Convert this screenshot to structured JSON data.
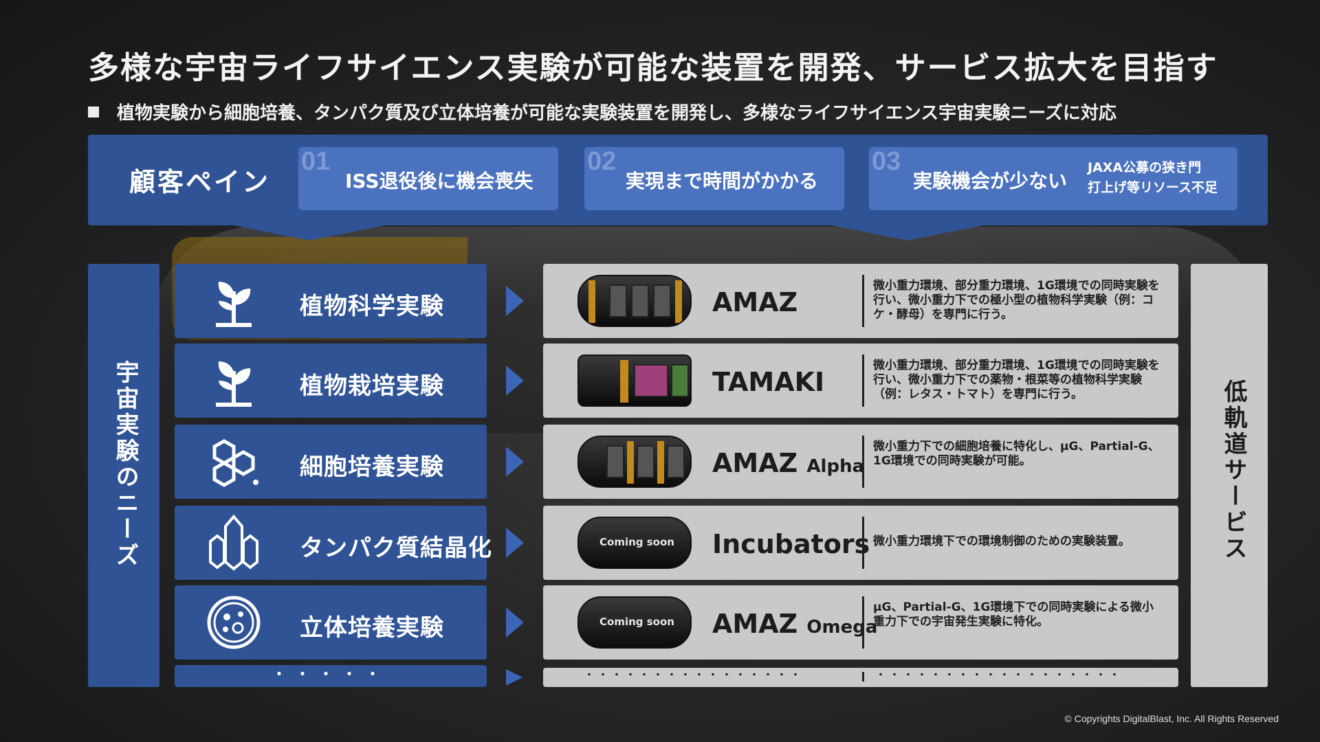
{
  "title": "多様な宇宙ライフサイエンス実験が可能な装置を開発、サービス拡大を目指す",
  "subtitle": "植物実験から細胞培養、タンパク質及び立体培養が可能な実験装置を開発し、多様なライフサイエンス宇宙実験ニーズに対応",
  "pain": {
    "label": "顧客ペイン",
    "items": [
      {
        "num": "01",
        "text": "ISS退役後に機会喪失",
        "note1": "",
        "note2": ""
      },
      {
        "num": "02",
        "text": "実現まで時間がかかる",
        "note1": "",
        "note2": ""
      },
      {
        "num": "03",
        "text": "実験機会が少ない",
        "note1": "JAXA公募の狭き門",
        "note2": "打上げ等リソース不足"
      }
    ]
  },
  "needs": {
    "label": "宇宙実験のニーズ",
    "items": [
      {
        "label": "植物科学実験",
        "icon": "plant-icon"
      },
      {
        "label": "植物栽培実験",
        "icon": "plant-icon"
      },
      {
        "label": "細胞培養実験",
        "icon": "hexagon-cells-icon"
      },
      {
        "label": "タンパク質結晶化",
        "icon": "crystal-icon"
      },
      {
        "label": "立体培養実験",
        "icon": "petri-dish-icon"
      }
    ],
    "more": "・・・・・"
  },
  "products": [
    {
      "name": "AMAZ",
      "sub": "",
      "coming": "",
      "desc": "微小重力環境、部分重力環境、1G環境での同時実験を行い、微小重力下での極小型の植物科学実験（例：コケ・酵母）を専門に行う。"
    },
    {
      "name": "TAMAKI",
      "sub": "",
      "coming": "",
      "desc": "微小重力環境、部分重力環境、1G環境での同時実験を行い、微小重力下での薬物・根菜等の植物科学実験（例：レタス・トマト）を専門に行う。"
    },
    {
      "name": "AMAZ",
      "sub": "Alpha",
      "coming": "",
      "desc": "微小重力下での細胞培養に特化し、μG、Partial-G、1G環境での同時実験が可能。"
    },
    {
      "name": "Incubators",
      "sub": "",
      "coming": "Coming soon",
      "desc": "微小重力環境下での環境制御のための実験装置。"
    },
    {
      "name": "AMAZ",
      "sub": "Omega",
      "coming": "Coming soon",
      "desc": "μG、Partial-G、1G環境下での同時実験による微小重力下での宇宙発生実験に特化。"
    }
  ],
  "products_more_left": "・・・・・・・・・・・・・・・・",
  "products_more_right": "・・・・・・・・・・・・・・・・・・",
  "service_label": "低軌道サービス",
  "copyright": "©  Copyrights DigitalBlast, Inc. All Rights Reserved",
  "colors": {
    "accent": "#2f5395",
    "card": "#4a72bf",
    "product_bg": "#c9c9c9"
  }
}
